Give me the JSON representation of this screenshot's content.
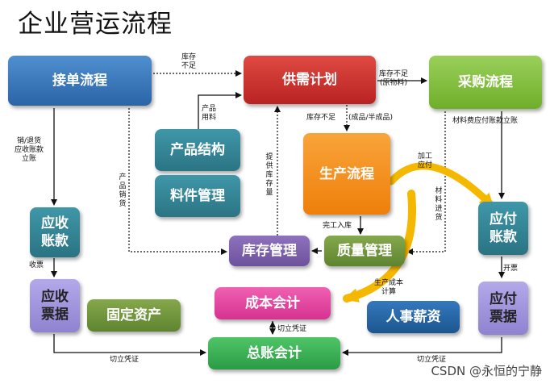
{
  "title": "企业营运流程",
  "boxes": {
    "order": "接单流程",
    "plan": "供需计划",
    "purchase": "采购流程",
    "product_structure": "产品结构",
    "item_mgmt": "料件管理",
    "production": "生产流程",
    "ar": "应收\n账款",
    "ap": "应付\n账款",
    "inventory": "库存管理",
    "quality": "质量管理",
    "ar_bill": "应收\n票据",
    "fixed_assets": "固定资产",
    "cost_accounting": "成本会计",
    "payroll": "人事薪资",
    "ap_bill": "应付\n票据",
    "ledger": "总账会计"
  },
  "labels": {
    "stock_short": "库存\n不足",
    "stock_short_raw": "库存不足\n(原物料)",
    "product_material": "产品\n用料",
    "sales_return": "销/退货\n应收账款\n立账",
    "product_sales": "产品销货",
    "provide_stock": "提供库存量",
    "stock_short_wip": "库存不足",
    "wip": "(成品/半成品)",
    "material_ap": "材料费应付账款立账",
    "processing_ap": "加工\n应付",
    "material_in": "材料进货",
    "finished_in": "完工入库",
    "receive_bill": "收票",
    "issue_bill": "开票",
    "cost_calc": "生产成本\n计算",
    "voucher_cost": "切立凭证",
    "voucher_left": "切立凭证",
    "voucher_right": "切立凭证"
  },
  "colors": {
    "blue": "#2f6fb0",
    "red": "#c3282a",
    "green": "#7cbc2e",
    "teal": "#2f7f8f",
    "orange": "#f28b12",
    "purple": "#7a5ea8",
    "lavender": "#9c8fd8",
    "olive": "#6e8f3a",
    "pink": "#e0449e",
    "navy": "#1f5d9d",
    "ledger_green": "#33b050",
    "arrow_yellow": "#f5b800"
  },
  "watermark": "CSDN @永恒的宁静"
}
